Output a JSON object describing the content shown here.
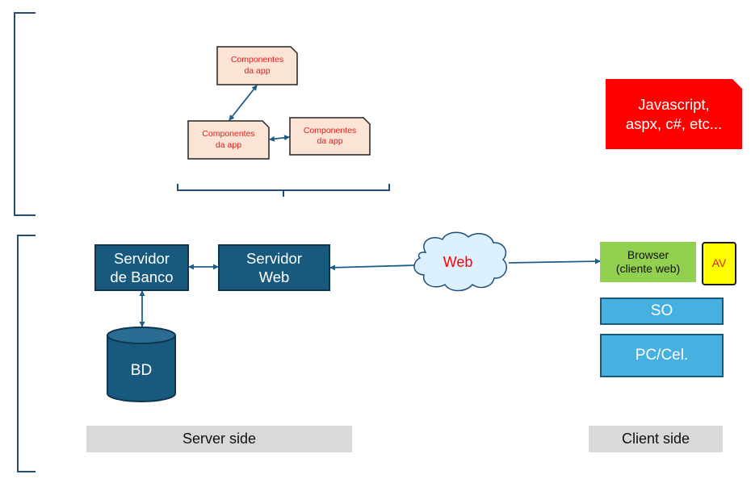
{
  "components": [
    {
      "label": "Componentes\nda app"
    },
    {
      "label": "Componentes\nda app"
    },
    {
      "label": "Componentes\nda app"
    }
  ],
  "lang_box": {
    "label": "Javascript,\naspx, c#, etc...",
    "color": "#ff0000"
  },
  "server_db": {
    "label": "Servidor\nde Banco"
  },
  "server_web": {
    "label": "Servidor\nWeb"
  },
  "database": {
    "label": "BD"
  },
  "cloud": {
    "label": "Web",
    "text_color": "#ff0000",
    "fill": "#ddf0ff"
  },
  "browser": {
    "label": "Browser\n(cliente web)",
    "fill": "#92d050"
  },
  "antivirus": {
    "label": "AV",
    "fill": "#ffff00"
  },
  "os": {
    "label": "SO",
    "fill": "#46b0e1"
  },
  "device": {
    "label": "PC/Cel.",
    "fill": "#46b0e1"
  },
  "server_side": {
    "label": "Server side"
  },
  "client_side": {
    "label": "Client side"
  },
  "colors": {
    "navy": "#175a7e",
    "arrow": "#1c5f8a",
    "bracket": "#1f4e79"
  }
}
